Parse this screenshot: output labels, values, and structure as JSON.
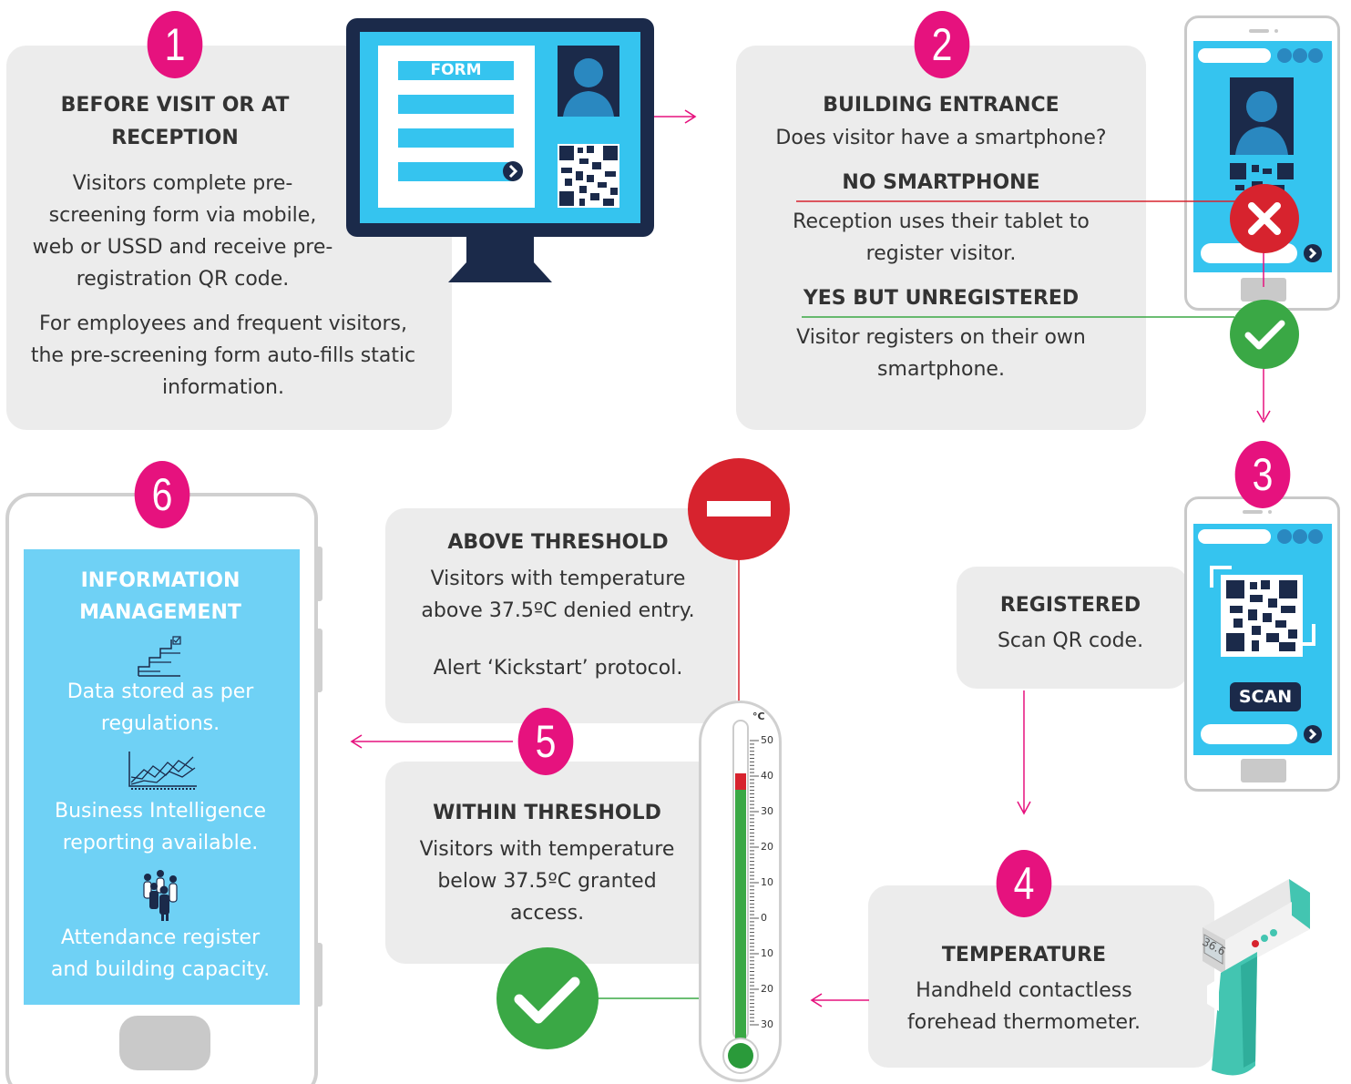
{
  "colors": {
    "accent": "#e6127e",
    "panel": "#ececec",
    "screen": "#35c4ef",
    "light_screen": "#6fd1f5",
    "dark": "#1b2a4a",
    "red": "#d7232e",
    "green": "#3aa845",
    "teal": "#43c5b1"
  },
  "step1": {
    "number": "1",
    "title": "BEFORE VISIT OR AT RECEPTION",
    "body": "Visitors complete pre-screening form via mobile, web or USSD and receive pre-registration QR code.",
    "note": "For employees and frequent visitors, the pre-screening form auto-fills static information.",
    "form_label": "FORM"
  },
  "step2": {
    "number": "2",
    "title": "BUILDING ENTRANCE",
    "question": "Does visitor have a smartphone?",
    "no_title": "NO SMARTPHONE",
    "no_body": "Reception uses their tablet to register visitor.",
    "yes_title": "YES BUT UNREGISTERED",
    "yes_body": "Visitor registers on their own smartphone."
  },
  "step3": {
    "number": "3",
    "title": "REGISTERED",
    "body": "Scan QR code.",
    "scan_label": "SCAN"
  },
  "step4": {
    "number": "4",
    "title": "TEMPERATURE",
    "body": "Handheld contactless forehead thermometer.",
    "display": "36.6"
  },
  "step5": {
    "number": "5",
    "above_title": "ABOVE THRESHOLD",
    "above_body": "Visitors with temperature above 37.5ºC denied entry.",
    "above_note": "Alert ‘Kickstart’ protocol.",
    "within_title": "WITHIN THRESHOLD",
    "within_body": "Visitors with temperature below 37.5ºC  granted access.",
    "unit": "°C",
    "ticks": [
      "50",
      "40",
      "30",
      "20",
      "10",
      "0",
      "10",
      "20",
      "30"
    ]
  },
  "step6": {
    "number": "6",
    "title": "INFORMATION MANAGEMENT",
    "item1": "Data stored as per regulations.",
    "item2": "Business Intelligence reporting available.",
    "item3": "Attendance register and building capacity."
  }
}
